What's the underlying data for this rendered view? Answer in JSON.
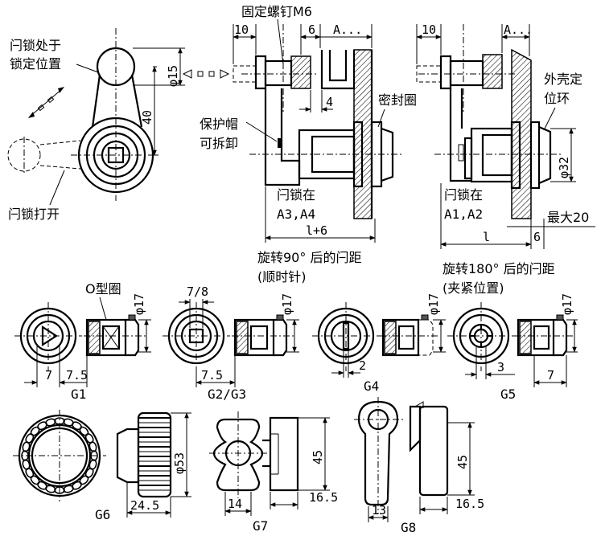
{
  "labels": {
    "locked_position": [
      "闩锁处于",
      "锁定位置"
    ],
    "unlocked": "闩锁打开",
    "fixing_screw": "固定螺钉M6",
    "cap_removable": [
      "保护帽",
      "可拆卸"
    ],
    "seal_ring": "密封圈",
    "housing_ring": [
      "外壳定",
      "位环"
    ],
    "latch_a34": [
      "闩锁在",
      "A3,A4"
    ],
    "latch_a12": [
      "闩锁在",
      "A1,A2"
    ],
    "distance_90": [
      "旋转90° 后的闩距",
      "(顺时针)"
    ],
    "distance_180": [
      "旋转180° 后的闩距",
      "(夹紧位置)"
    ],
    "o_ring": "O型圈"
  },
  "dims": {
    "d10_left": "10",
    "d6": "6",
    "a_left": "A...",
    "d4": "4",
    "d10_right": "10",
    "a_right": "A...",
    "phi15": "φ15",
    "d40": "40",
    "l_plus_6": "l+6",
    "l": "l",
    "d6_right": "6",
    "phi32": "φ32",
    "max20": "最大20",
    "phi17": "φ17",
    "d7": "7",
    "d7_5": "7.5",
    "d7_8": "7/8",
    "d2": "2",
    "d3": "3",
    "phi53": "φ53",
    "d24_5": "24.5",
    "d45": "45",
    "d14": "14",
    "d16_5": "16.5",
    "d13": "13"
  },
  "variants": {
    "g1": "G1",
    "g23": "G2/G3",
    "g4": "G4",
    "g5": "G5",
    "g6": "G6",
    "g7": "G7",
    "g8": "G8"
  }
}
